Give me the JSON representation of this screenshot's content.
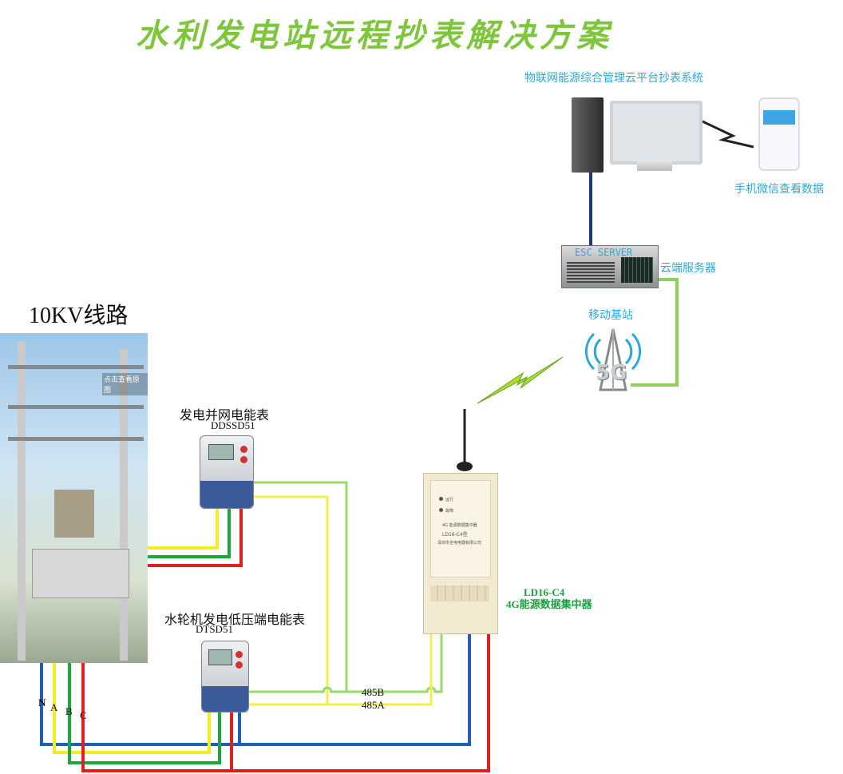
{
  "title": "水利发电站远程抄表解决方案",
  "cloud_system_label": "物联网能源综合管理云平台抄表系统",
  "phone_label": "手机微信查看数据",
  "server": {
    "label": "云端服务器",
    "chassis_text": "ESC SERVER"
  },
  "base_station_label": "移动基站",
  "base_station_badge": "5G",
  "line_label": "10KV线路",
  "photo_overlay": "点击查看原图",
  "meter1": {
    "title": "发电并网电能表",
    "model": "DDSSD51"
  },
  "meter2": {
    "title": "水轮机发电低压端电能表",
    "model": "DTSD51"
  },
  "collector": {
    "model": "LD16-C4",
    "name": "4G能源数据集中器",
    "face_line1": "4G 能源数据集中器",
    "face_line2": "LD16-C4型",
    "face_line3": "深圳市圭电电器有限公司",
    "led_run": "运行",
    "led_fault": "故障"
  },
  "bus_labels": {
    "b": "485B",
    "a": "485A"
  },
  "phase_labels": [
    "N",
    "A",
    "B",
    "C"
  ],
  "colors": {
    "title": "#7ec63c",
    "label_blue": "#2aa8d8",
    "wire_yellow": "#f2ec20",
    "wire_green": "#1aa83c",
    "wire_red": "#e02020",
    "wire_blue": "#1f5fb8",
    "bus_green": "#9bd86a",
    "bus_yellow": "#f4ee4a",
    "link_navy": "#1b3a7a",
    "link_green": "#8fd05a",
    "lightning": "#a8e030"
  }
}
